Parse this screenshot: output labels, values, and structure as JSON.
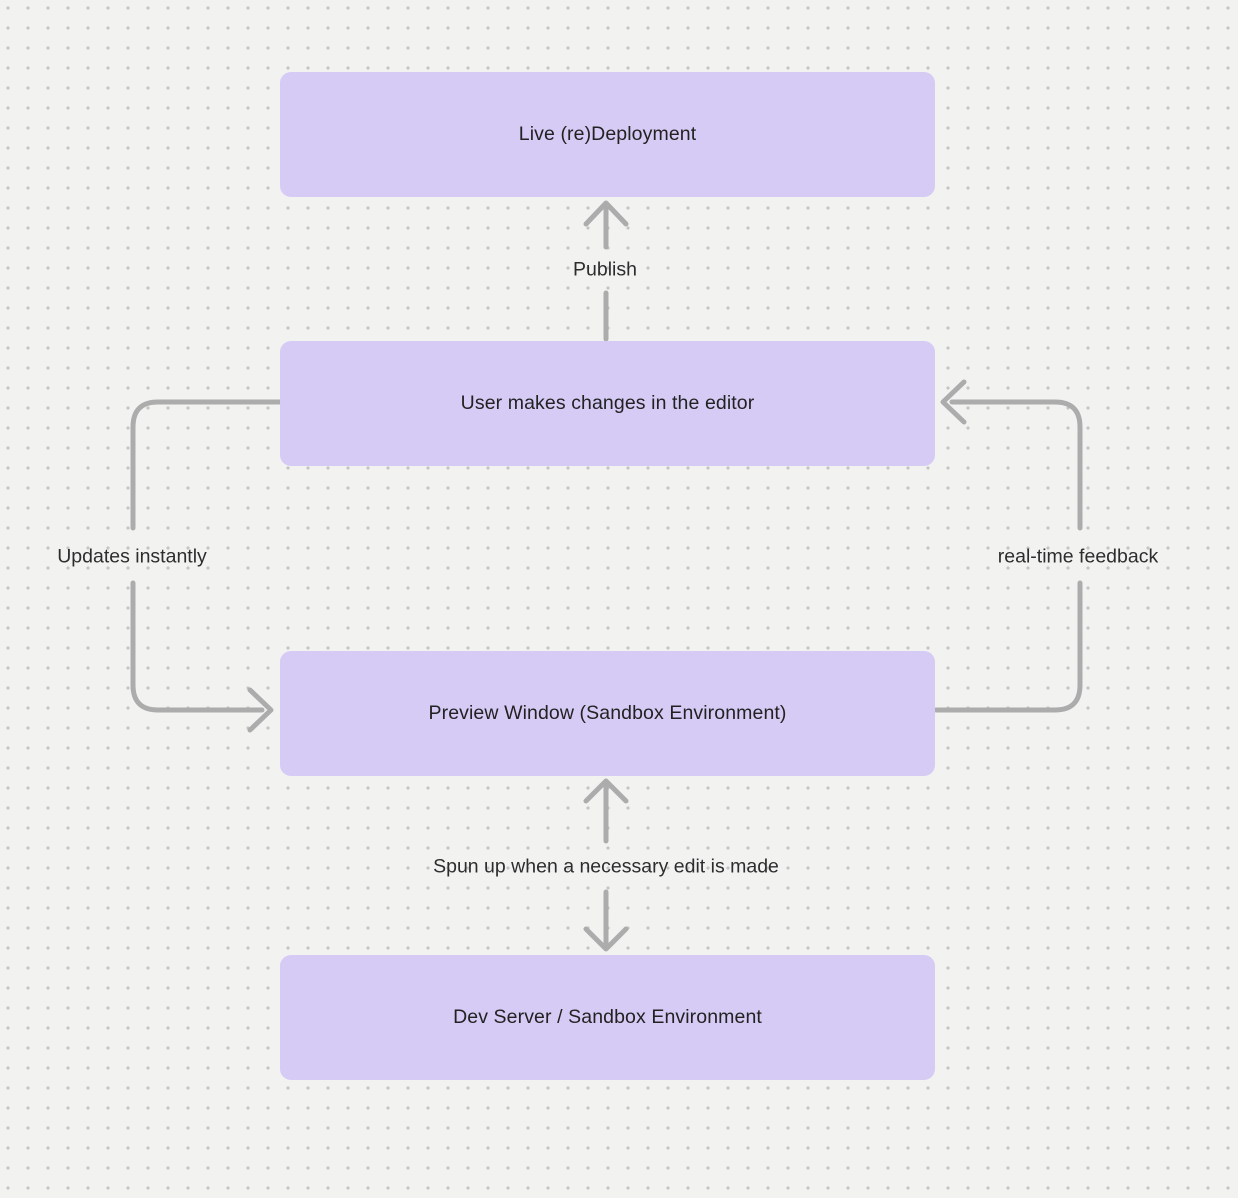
{
  "diagram": {
    "nodes": [
      {
        "id": "live-redeployment",
        "label": "Live (re)Deployment"
      },
      {
        "id": "user-editor",
        "label": "User makes changes in the editor"
      },
      {
        "id": "preview-window",
        "label": "Preview Window (Sandbox Environment)"
      },
      {
        "id": "dev-server",
        "label": "Dev Server / Sandbox Environment"
      }
    ],
    "edges": [
      {
        "id": "publish",
        "label": "Publish",
        "from": "user-editor",
        "to": "live-redeployment",
        "style": "straight-up"
      },
      {
        "id": "updates-instantly",
        "label": "Updates instantly",
        "from": "user-editor",
        "to": "preview-window",
        "style": "left-loop-down"
      },
      {
        "id": "real-time-feedback",
        "label": "real-time feedback",
        "from": "preview-window",
        "to": "user-editor",
        "style": "right-loop-up"
      },
      {
        "id": "spun-up",
        "label": "Spun up when a necessary edit is made",
        "from": "dev-server",
        "to": "preview-window",
        "style": "bidirectional-vertical"
      }
    ],
    "colors": {
      "background": "#f2f2f1",
      "dot": "#c4c4c4",
      "node_fill": "#d6cbf5",
      "node_text": "#222222",
      "arrow": "#acacac",
      "edge_label_text": "#2d2d2d"
    }
  }
}
